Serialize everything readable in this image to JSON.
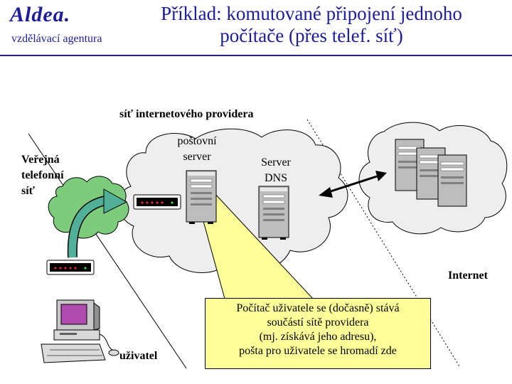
{
  "header": {
    "logo": "Aldea.",
    "tagline": "vzdělávací agentura",
    "title_line1": "Příklad: komutované připojení jednoho",
    "title_line2": "počítače (přes telef. síť)"
  },
  "labels": {
    "provider_network": "síť internetového providera",
    "mail_server_line1": "poštovní",
    "mail_server_line2": "server",
    "dns_line1": "Server",
    "dns_line2": "DNS",
    "phone_net_line1": "Veřejná",
    "phone_net_line2": "telefonní",
    "phone_net_line3": "síť",
    "internet": "Internet",
    "user": "uživatel"
  },
  "note": {
    "line1": "Počítač uživatele se (dočasně) stává",
    "line2": "součástí sítě providera",
    "line3": "(mj. získává jeho adresu),",
    "line4": "pošta pro uživatele se hromadí zde"
  },
  "colors": {
    "title": "#1c1c9c",
    "phone_cloud": "#7ccc7c",
    "cloud": "#eeeeee",
    "note": "#ffff99",
    "arrow": "#50b098"
  }
}
